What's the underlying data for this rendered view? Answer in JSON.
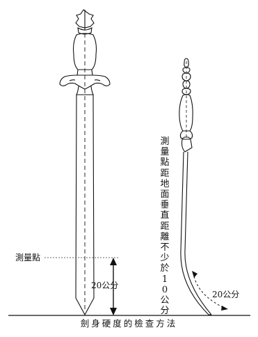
{
  "labels": {
    "measure_point": "測量點",
    "left_distance": "20公分",
    "right_distance": "20公分",
    "vertical_note": "測量點距地面垂直距離不少於10公分",
    "caption": "劍身硬度的檢查方法"
  },
  "colors": {
    "ink": "#111111",
    "dotted": "#666666"
  }
}
